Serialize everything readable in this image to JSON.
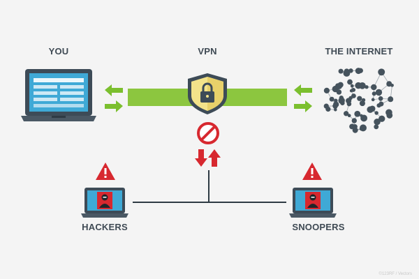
{
  "labels": {
    "you": "YOU",
    "vpn": "VPN",
    "internet": "THE INTERNET",
    "hackers": "HACKERS",
    "snoopers": "SNOOPERS"
  },
  "watermark": "©123RF / Vectors",
  "icons": {
    "you_device": "laptop-icon",
    "vpn": "shield-lock-icon",
    "internet": "network-nodes-icon",
    "blocked": "prohibited-icon",
    "warning": "warning-icon",
    "hacker": "hacker-laptop-icon"
  },
  "colors": {
    "tunnel_green": "#8cc63f",
    "arrow_green": "#7bbf2e",
    "laptop_dark": "#3d4b57",
    "laptop_screen": "#3fa9d6",
    "warning_red": "#d7282f",
    "line_dark": "#2e3a44",
    "node_dark": "#45525c"
  }
}
